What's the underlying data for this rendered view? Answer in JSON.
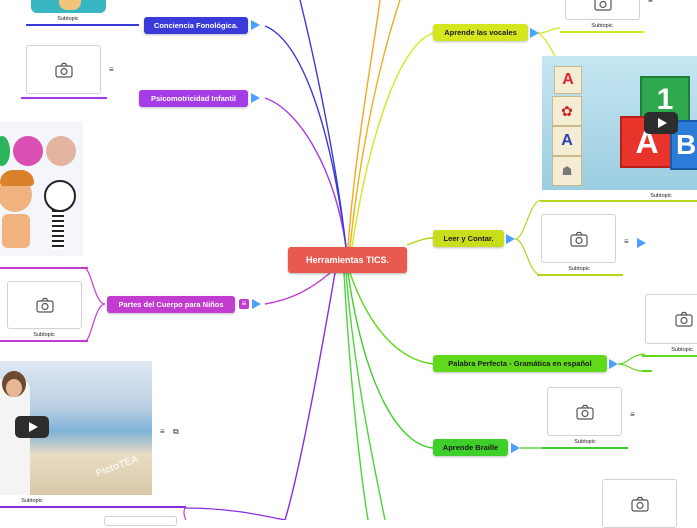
{
  "root": {
    "label": "Herramientas TICS."
  },
  "topics": {
    "conciencia": "Conciencia Fonológica.",
    "psicomotricidad": "Psicomotricidad Infantil",
    "partes_cuerpo": "Partes del Cuerpo para Niños",
    "vocales": "Aprende las vocales",
    "leer_contar": "Leer y Contar.",
    "palabra_perfecta": "Palabra Perfecta - Gramática en español",
    "braille": "Aprende Braille"
  },
  "subtopic_label": "Subtopic",
  "image_watermark": "PictoTEA",
  "colors": {
    "root": "#e85a4f",
    "purple": "#8a2be2",
    "blue": "#3a3adb",
    "magenta": "#c23ccf",
    "yellow": "#d4e61e",
    "green": "#5fd91a",
    "orange": "#f5a623"
  },
  "icons": [
    "camera-icon",
    "note-icon",
    "play-icon",
    "link-icon",
    "flag-icon"
  ]
}
